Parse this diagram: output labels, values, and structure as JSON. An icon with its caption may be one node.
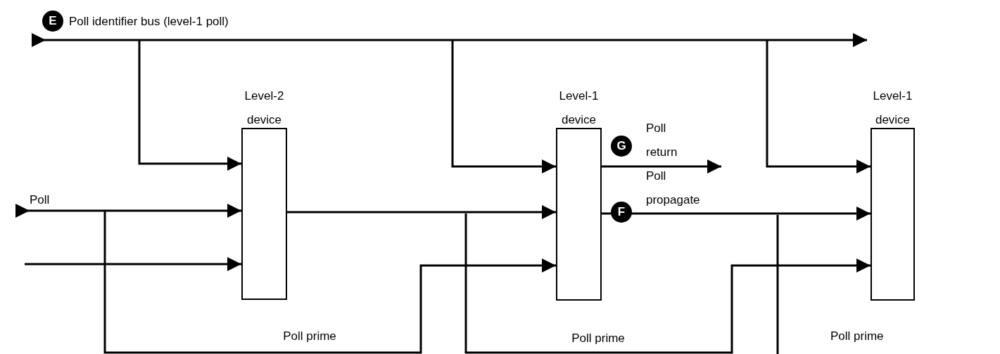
{
  "diagram": {
    "nodes": [
      {
        "text": [
          "Level-2 device"
        ]
      },
      {
        "text": [
          "Level-1 device"
        ]
      },
      {
        "text": [
          "Level-1 device"
        ]
      }
    ],
    "edges": [
      {
        "from": null,
        "to": 0,
        "arrow": "to"
      },
      {
        "from": null,
        "to": 1,
        "arrow": "to"
      },
      {
        "from": null,
        "to": 2,
        "arrow": "to"
      },
      {
        "from": null,
        "to": 0,
        "arrow": "to",
        "label": "Poll"
      },
      {
        "from": null,
        "to": 0,
        "arrow": "to"
      },
      {
        "from": null,
        "to": 1,
        "arrow": "to",
        "label": "Poll prime"
      },
      {
        "from": 0,
        "to": 1,
        "arrow": "to"
      },
      {
        "from": 1,
        "to": null,
        "arrow": "to",
        "label": "Poll return"
      },
      {
        "from": 1,
        "to": 2,
        "arrow": "to",
        "label": "Poll propagate"
      },
      {
        "from": null,
        "to": 2,
        "arrow": "to",
        "label": "Poll prime"
      }
    ],
    "labels": [
      "E",
      "Poll identifier bus (level-1 poll)",
      "G",
      "F",
      "Poll prime"
    ]
  }
}
